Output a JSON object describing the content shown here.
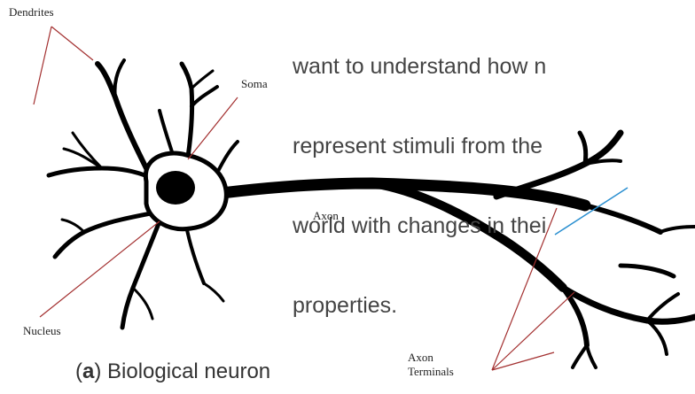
{
  "caption_lines": [
    "want to understand how n",
    "represent stimuli from the",
    "world with changes in thei",
    "properties."
  ],
  "labels": {
    "dendrites": "Dendrites",
    "soma": "Soma",
    "axon": "Axon",
    "nucleus": "Nucleus",
    "axon_terminals_line1": "Axon",
    "axon_terminals_line2": "Terminals"
  },
  "figure_caption": {
    "open": "(",
    "letter": "a",
    "rest": ") Biological neuron"
  },
  "colors": {
    "neuron": "#000000",
    "leader": "#a33030",
    "pointer": "#2a8fd0"
  }
}
